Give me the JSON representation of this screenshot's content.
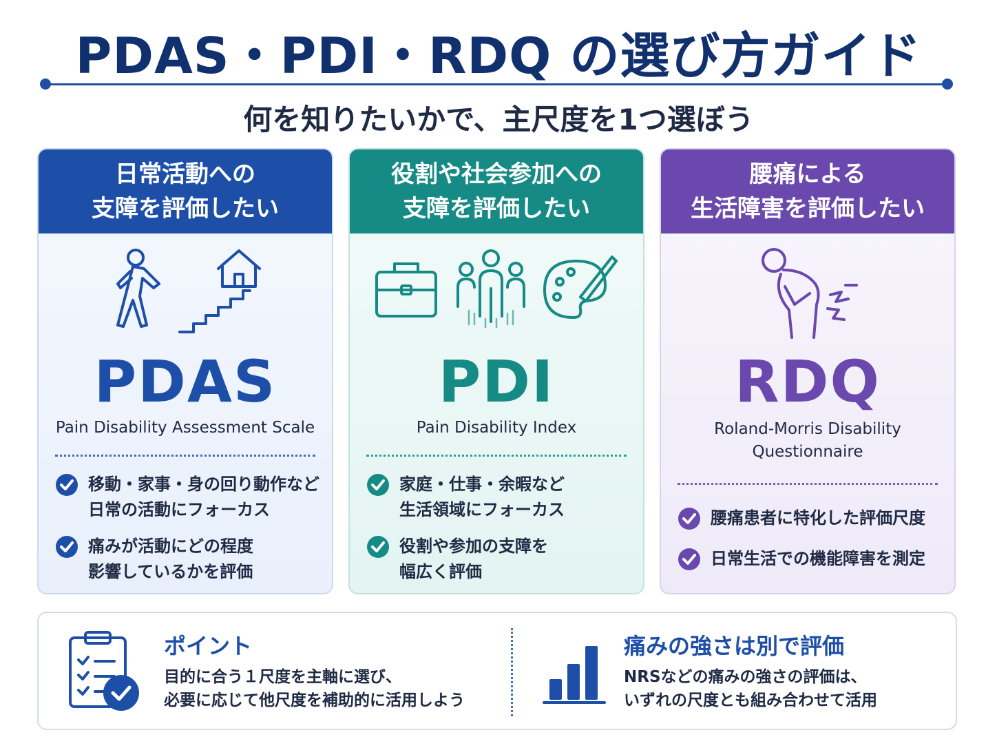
{
  "title": "PDAS・PDI・RDQ の選び方ガイド",
  "subtitle": "何を知りたいかで、主尺度を1つ選ぼう",
  "cards": [
    {
      "heading_line1": "日常活動への",
      "heading_line2": "支障を評価したい",
      "abbr": "PDAS",
      "full_line1": "Pain Disability Assessment Scale",
      "full_line2": "",
      "icons": [
        "walking-person-icon",
        "stairs-icon",
        "house-icon"
      ],
      "accent": "#1d4fa8",
      "points": [
        {
          "line1": "移動・家事・身の回り動作など",
          "line2": "日常の活動にフォーカス"
        },
        {
          "line1": "痛みが活動にどの程度",
          "line2": "影響しているかを評価"
        }
      ]
    },
    {
      "heading_line1": "役割や社会参加への",
      "heading_line2": "支障を評価したい",
      "abbr": "PDI",
      "full_line1": "Pain Disability Index",
      "full_line2": "",
      "icons": [
        "briefcase-icon",
        "people-group-icon",
        "palette-icon"
      ],
      "accent": "#168a84",
      "points": [
        {
          "line1": "家庭・仕事・余暇など",
          "line2": "生活領域にフォーカス"
        },
        {
          "line1": "役割や参加の支障を",
          "line2": "幅広く評価"
        }
      ]
    },
    {
      "heading_line1": "腰痛による",
      "heading_line2": "生活障害を評価したい",
      "abbr": "RDQ",
      "full_line1": "Roland-Morris Disability",
      "full_line2": "Questionnaire",
      "icons": [
        "back-pain-person-icon"
      ],
      "accent": "#6a48ad",
      "points": [
        {
          "line1": "腰痛患者に特化した評価尺度",
          "line2": ""
        },
        {
          "line1": "日常生活での機能障害を測定",
          "line2": ""
        }
      ]
    }
  ],
  "bottom": {
    "left": {
      "icon": "clipboard-check-icon",
      "heading": "ポイント",
      "line1": "目的に合う１尺度を主軸に選び、",
      "line2": "必要に応じて他尺度を補助的に活用しよう"
    },
    "right": {
      "icon": "bar-chart-icon",
      "heading": "痛みの強さは別で評価",
      "line1": "NRSなどの痛みの強さの評価は、",
      "line2": "いずれの尺度とも組み合わせて活用"
    }
  }
}
